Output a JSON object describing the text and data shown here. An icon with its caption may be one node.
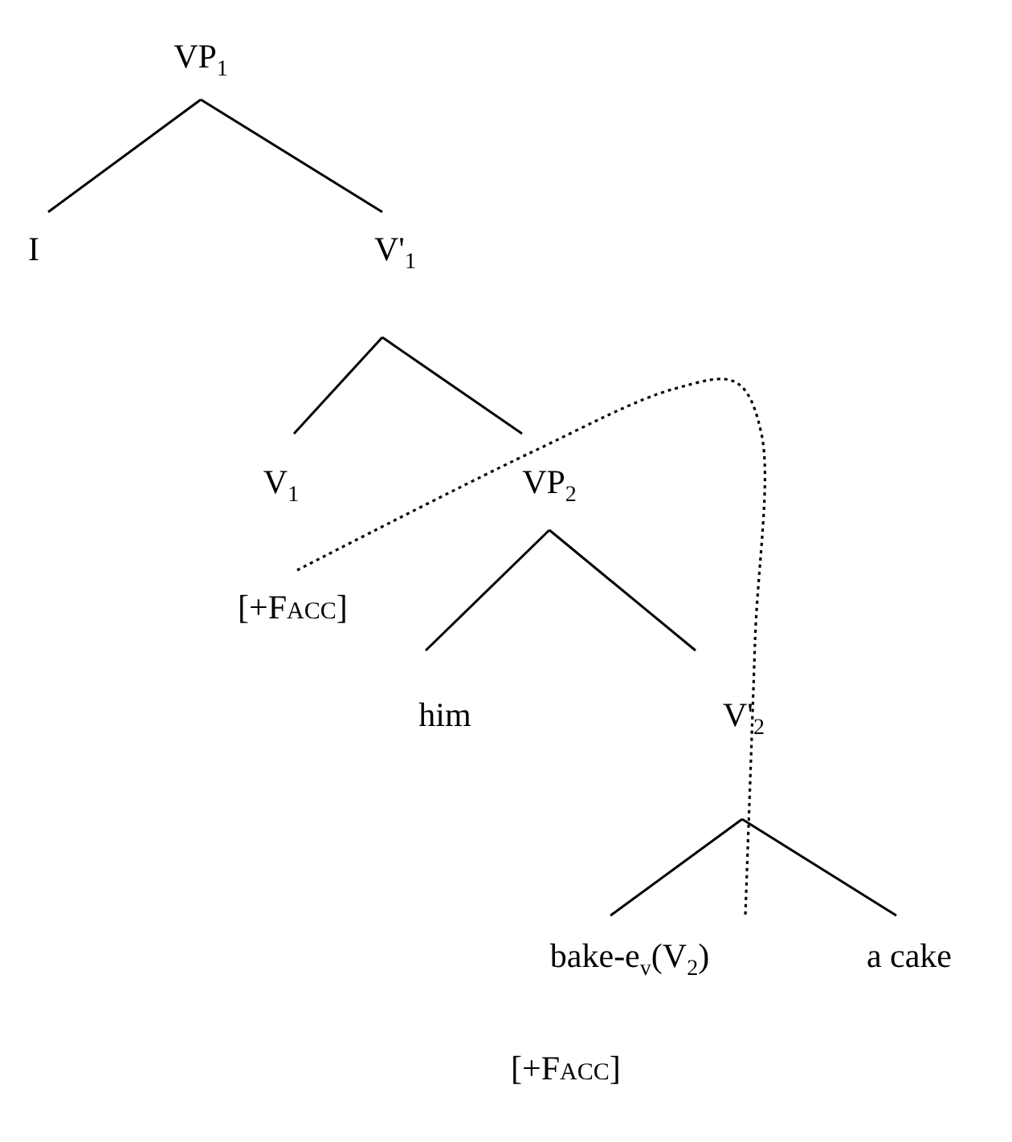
{
  "diagram": {
    "nodes": [
      {
        "text": [
          "VP$_{1}$"
        ]
      },
      {
        "text": [
          "I"
        ]
      },
      {
        "text": [
          "V'$_{1}$"
        ]
      },
      {
        "text": [
          "V$_{1}$"
        ],
        "beside": [
          "[+F$_{ACC}$]"
        ]
      },
      {
        "text": [
          "VP$_{2}$"
        ]
      },
      {
        "text": [
          "him"
        ]
      },
      {
        "text": [
          "V'$_{2}$"
        ]
      },
      {
        "text": [
          "bake-e$_{v}$(V$_{2}$)"
        ],
        "beside": [
          "[+F$_{ACC}$]"
        ]
      },
      {
        "text": [
          "a cake"
        ]
      }
    ],
    "edges": [
      {
        "from": 0,
        "to": 1,
        "arrow": "none"
      },
      {
        "from": 0,
        "to": 2,
        "arrow": "none"
      },
      {
        "from": 2,
        "to": 3,
        "arrow": "none"
      },
      {
        "from": 2,
        "to": 4,
        "arrow": "none"
      },
      {
        "from": 4,
        "to": 5,
        "arrow": "none"
      },
      {
        "from": 4,
        "to": 6,
        "arrow": "none"
      },
      {
        "from": 6,
        "to": 7,
        "arrow": "none"
      },
      {
        "from": 6,
        "to": 8,
        "arrow": "none"
      },
      {
        "from": 3,
        "to": 7,
        "arrow": "none",
        "style": "dashed"
      }
    ]
  }
}
